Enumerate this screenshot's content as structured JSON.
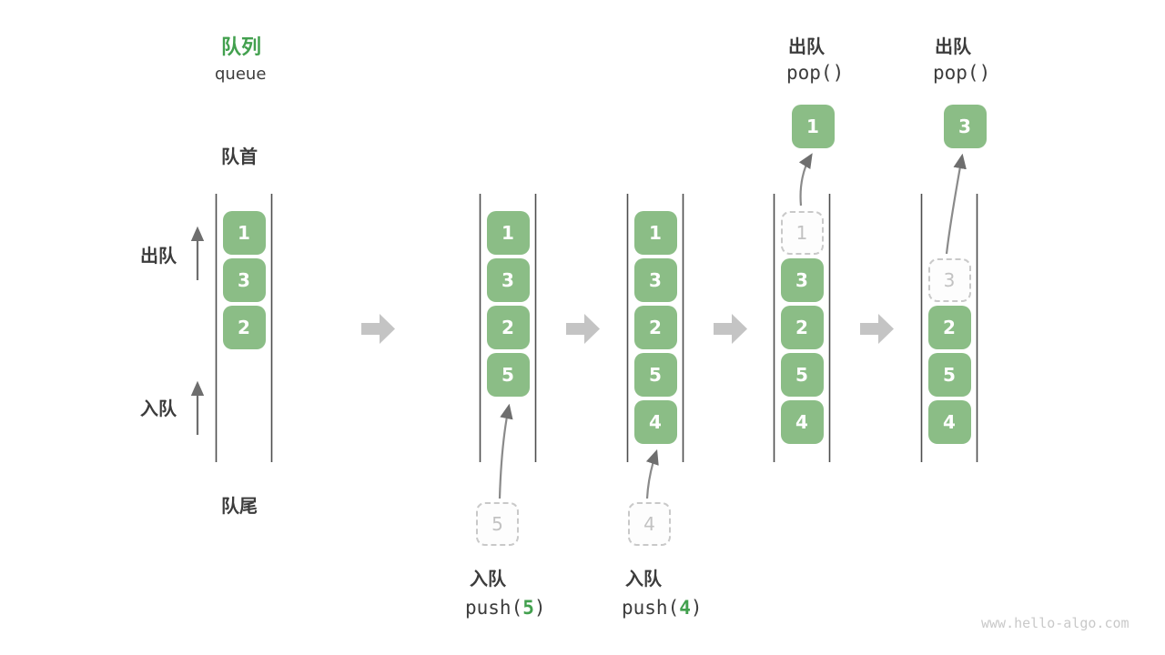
{
  "title": {
    "zh": "队列",
    "en": "queue"
  },
  "labels": {
    "front": "队首",
    "rear": "队尾",
    "dequeue": "出队",
    "enqueue": "入队"
  },
  "watermark": "www.hello-algo.com",
  "colors": {
    "box_green": "#8bbd86",
    "accent_green": "#42a04e",
    "text_dark": "#3c3c3c",
    "container_line": "#4d4d4d",
    "thin_arrow": "#6e6e6e",
    "block_arrow": "#c4c4c4",
    "ghost_border": "#c9c9c9",
    "ghost_text": "#c2c2c2",
    "watermark": "#c9c9c9"
  },
  "columns": [
    {
      "slots": [
        {
          "value": "1"
        },
        {
          "value": "3"
        },
        {
          "value": "2"
        }
      ]
    },
    {
      "slots": [
        {
          "value": "1"
        },
        {
          "value": "3"
        },
        {
          "value": "2"
        },
        {
          "value": "5"
        }
      ],
      "pending": {
        "value": "5"
      },
      "op": {
        "name": "入队",
        "code_pre": "push(",
        "code_arg": "5",
        "code_post": ")"
      }
    },
    {
      "slots": [
        {
          "value": "1"
        },
        {
          "value": "3"
        },
        {
          "value": "2"
        },
        {
          "value": "5"
        },
        {
          "value": "4"
        }
      ],
      "pending": {
        "value": "4"
      },
      "op": {
        "name": "入队",
        "code_pre": "push(",
        "code_arg": "4",
        "code_post": ")"
      }
    },
    {
      "slots": [
        {
          "value": "1",
          "dashed": true
        },
        {
          "value": "3"
        },
        {
          "value": "2"
        },
        {
          "value": "5"
        },
        {
          "value": "4"
        }
      ],
      "popped": {
        "value": "1"
      },
      "op": {
        "name": "出队",
        "code": "pop()"
      }
    },
    {
      "slots": [
        {
          "value": "3",
          "dashed": true
        },
        {
          "value": "2"
        },
        {
          "value": "5"
        },
        {
          "value": "4"
        }
      ],
      "popped": {
        "value": "3"
      },
      "op": {
        "name": "出队",
        "code": "pop()"
      }
    }
  ]
}
